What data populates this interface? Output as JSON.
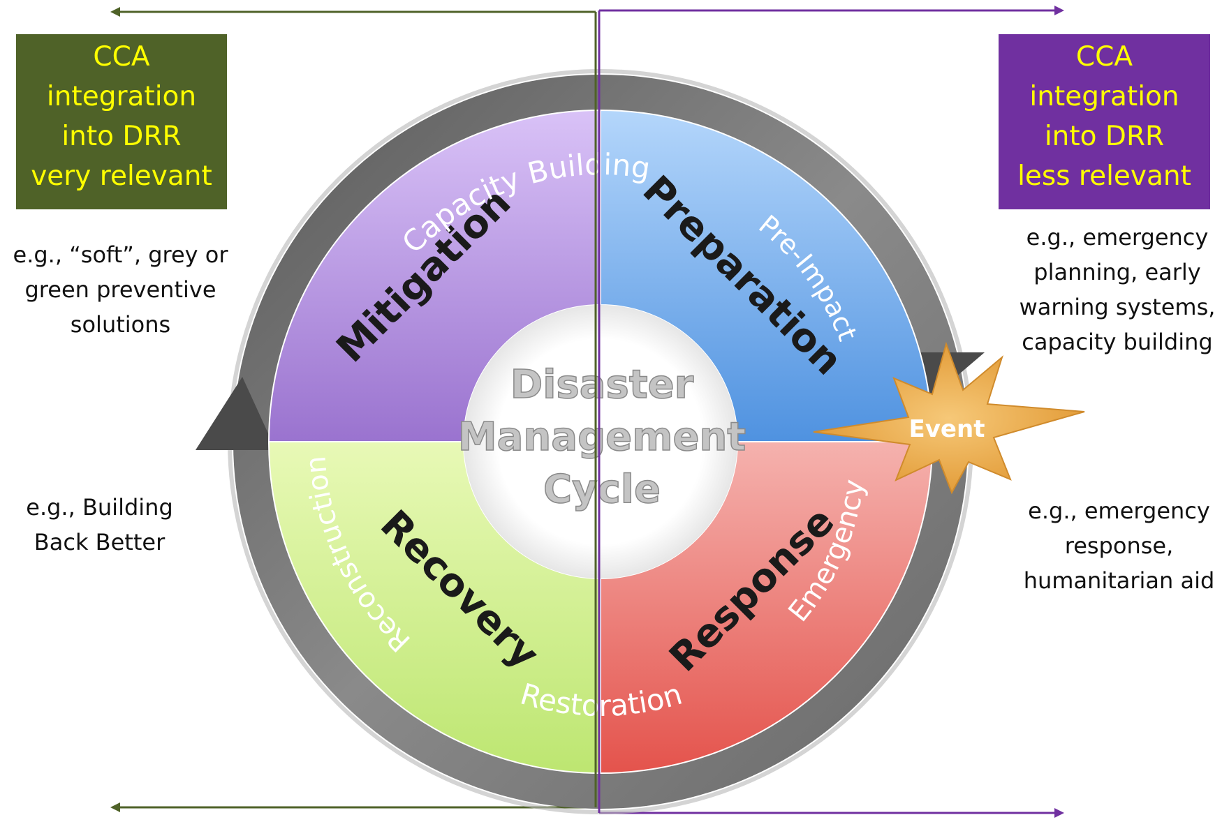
{
  "left_box": {
    "lines": [
      "CCA",
      "integration",
      "into DRR",
      "very relevant"
    ],
    "background": "#4f6228",
    "text_color": "#ffff00"
  },
  "right_box": {
    "lines": [
      "CCA",
      "integration",
      "into DRR",
      "less relevant"
    ],
    "background": "#7030a0",
    "text_color": "#ffff00"
  },
  "notes": {
    "left_top": [
      "e.g., “soft”, grey or",
      "green preventive",
      "solutions"
    ],
    "left_bottom": [
      "e.g., Building",
      "Back Better"
    ],
    "right_top": [
      "e.g., emergency",
      "planning, early",
      "warning systems,",
      "capacity building"
    ],
    "right_bottom": [
      "e.g., emergency",
      "response,",
      "humanitarian aid"
    ]
  },
  "cycle": {
    "center_lines": [
      "Disaster",
      "Management",
      "Cycle"
    ],
    "quadrants": {
      "mitigation": "Mitigation",
      "preparation": "Preparation",
      "response": "Response",
      "recovery": "Recovery"
    },
    "ring_labels": {
      "capacity_building": "Capacity Building",
      "pre_impact": "Pre-Impact",
      "emergency": "Emergency",
      "restoration": "Restoration",
      "reconstruction": "Reconstruction"
    },
    "event_label": "Event",
    "colors": {
      "mitigation": "#a584d8",
      "preparation": "#5a9fe6",
      "response": "#e8736e",
      "recovery": "#c6ec82",
      "ring": "#707070",
      "event": "#f2b55a"
    }
  },
  "arrows": {
    "left_color": "#4f6228",
    "right_color": "#7030a0"
  },
  "icons": [
    "left-arrow-icon",
    "right-arrow-icon",
    "cycle-arrowhead-icon",
    "event-burst-icon"
  ]
}
